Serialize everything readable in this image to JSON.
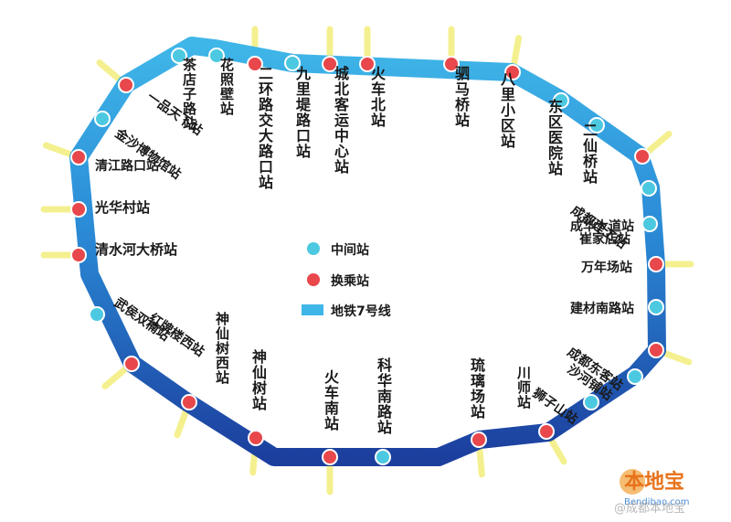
{
  "line": {
    "name": "地铁7号线",
    "color_light": "#3fb6e8",
    "color_dark": "#1c3f9e",
    "ray_color": "#f3ee7c"
  },
  "legend": {
    "intermediate": "中间站",
    "transfer": "换乘站",
    "line": "地铁7号线"
  },
  "colors": {
    "intermediate": "#4cc9e0",
    "transfer": "#e8474b"
  },
  "stations": [
    {
      "name": "茶店子路站",
      "type": "intermediate"
    },
    {
      "name": "花照壁站",
      "type": "intermediate"
    },
    {
      "name": "二环路交大路口站",
      "type": "transfer"
    },
    {
      "name": "九里堤路口站",
      "type": "intermediate"
    },
    {
      "name": "城北客运中心站",
      "type": "transfer"
    },
    {
      "name": "火车北站",
      "type": "transfer"
    },
    {
      "name": "驷马桥站",
      "type": "transfer"
    },
    {
      "name": "八里小区站",
      "type": "transfer"
    },
    {
      "name": "东区医院站",
      "type": "intermediate"
    },
    {
      "name": "二仙桥站",
      "type": "intermediate"
    },
    {
      "name": "成都理工站",
      "type": "transfer"
    },
    {
      "name": "成华大道站",
      "type": "intermediate"
    },
    {
      "name": "崔家店站",
      "type": "intermediate"
    },
    {
      "name": "万年场站",
      "type": "transfer"
    },
    {
      "name": "建材南路站",
      "type": "intermediate"
    },
    {
      "name": "成都东客站",
      "type": "transfer"
    },
    {
      "name": "沙河铺站",
      "type": "intermediate"
    },
    {
      "name": "狮子山站",
      "type": "intermediate"
    },
    {
      "name": "川师站",
      "type": "transfer"
    },
    {
      "name": "琉璃场站",
      "type": "transfer"
    },
    {
      "name": "科华南路站",
      "type": "intermediate"
    },
    {
      "name": "火车南站",
      "type": "transfer"
    },
    {
      "name": "神仙树站",
      "type": "transfer"
    },
    {
      "name": "神仙树西站",
      "type": "transfer"
    },
    {
      "name": "红牌楼西站",
      "type": "transfer"
    },
    {
      "name": "武侯双楠站",
      "type": "intermediate"
    },
    {
      "name": "清水河大桥站",
      "type": "transfer"
    },
    {
      "name": "光华村站",
      "type": "transfer"
    },
    {
      "name": "清江路口站",
      "type": "transfer"
    },
    {
      "name": "金沙博物馆站",
      "type": "intermediate"
    },
    {
      "name": "一品天下站",
      "type": "transfer"
    }
  ],
  "watermark": {
    "brand": "本地宝",
    "site": "Bendibao.com",
    "weibo": "@成都本地宝"
  }
}
